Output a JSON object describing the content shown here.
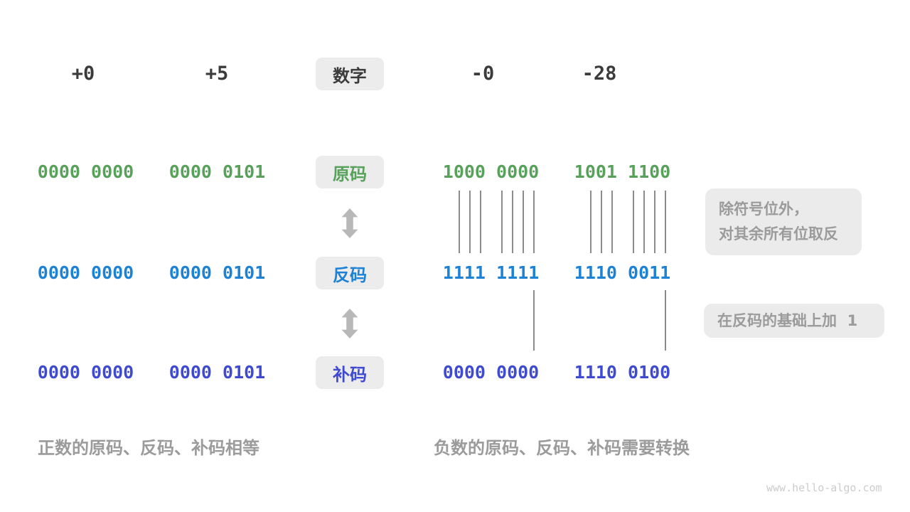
{
  "header": {
    "label": "数字",
    "values": [
      "+0",
      "+5",
      "-0",
      "-28"
    ]
  },
  "rows": [
    {
      "id": "sign-magnitude",
      "label": "原码",
      "values": [
        "0000 0000",
        "0000 0101",
        "1000 0000",
        "1001 1100"
      ]
    },
    {
      "id": "ones-complement",
      "label": "反码",
      "values": [
        "0000 0000",
        "0000 0101",
        "1111 1111",
        "1110 0011"
      ]
    },
    {
      "id": "twos-complement",
      "label": "补码",
      "values": [
        "0000 0000",
        "0000 0101",
        "0000 0000",
        "1110 0100"
      ]
    }
  ],
  "annotations": [
    {
      "text_lines": [
        "除符号位外，",
        "对其余所有位取反"
      ]
    },
    {
      "text_lines": [
        "在反码的基础上加  1"
      ]
    }
  ],
  "captions": {
    "positive": "正数的原码、反码、补码相等",
    "negative": "负数的原码、反码、补码需要转换"
  },
  "watermark": "www.hello-algo.com",
  "colors": {
    "sign_magnitude": "#58a15a",
    "ones_complement": "#1c82d6",
    "twos_complement": "#3e4ad2",
    "heading": "#3b3b3b",
    "tag_background": "#ececec",
    "annotation_background": "#ebebeb",
    "muted_text": "#9b9b9b",
    "arrow": "#b8b8b8",
    "tick_line": "#8c8c8c"
  }
}
